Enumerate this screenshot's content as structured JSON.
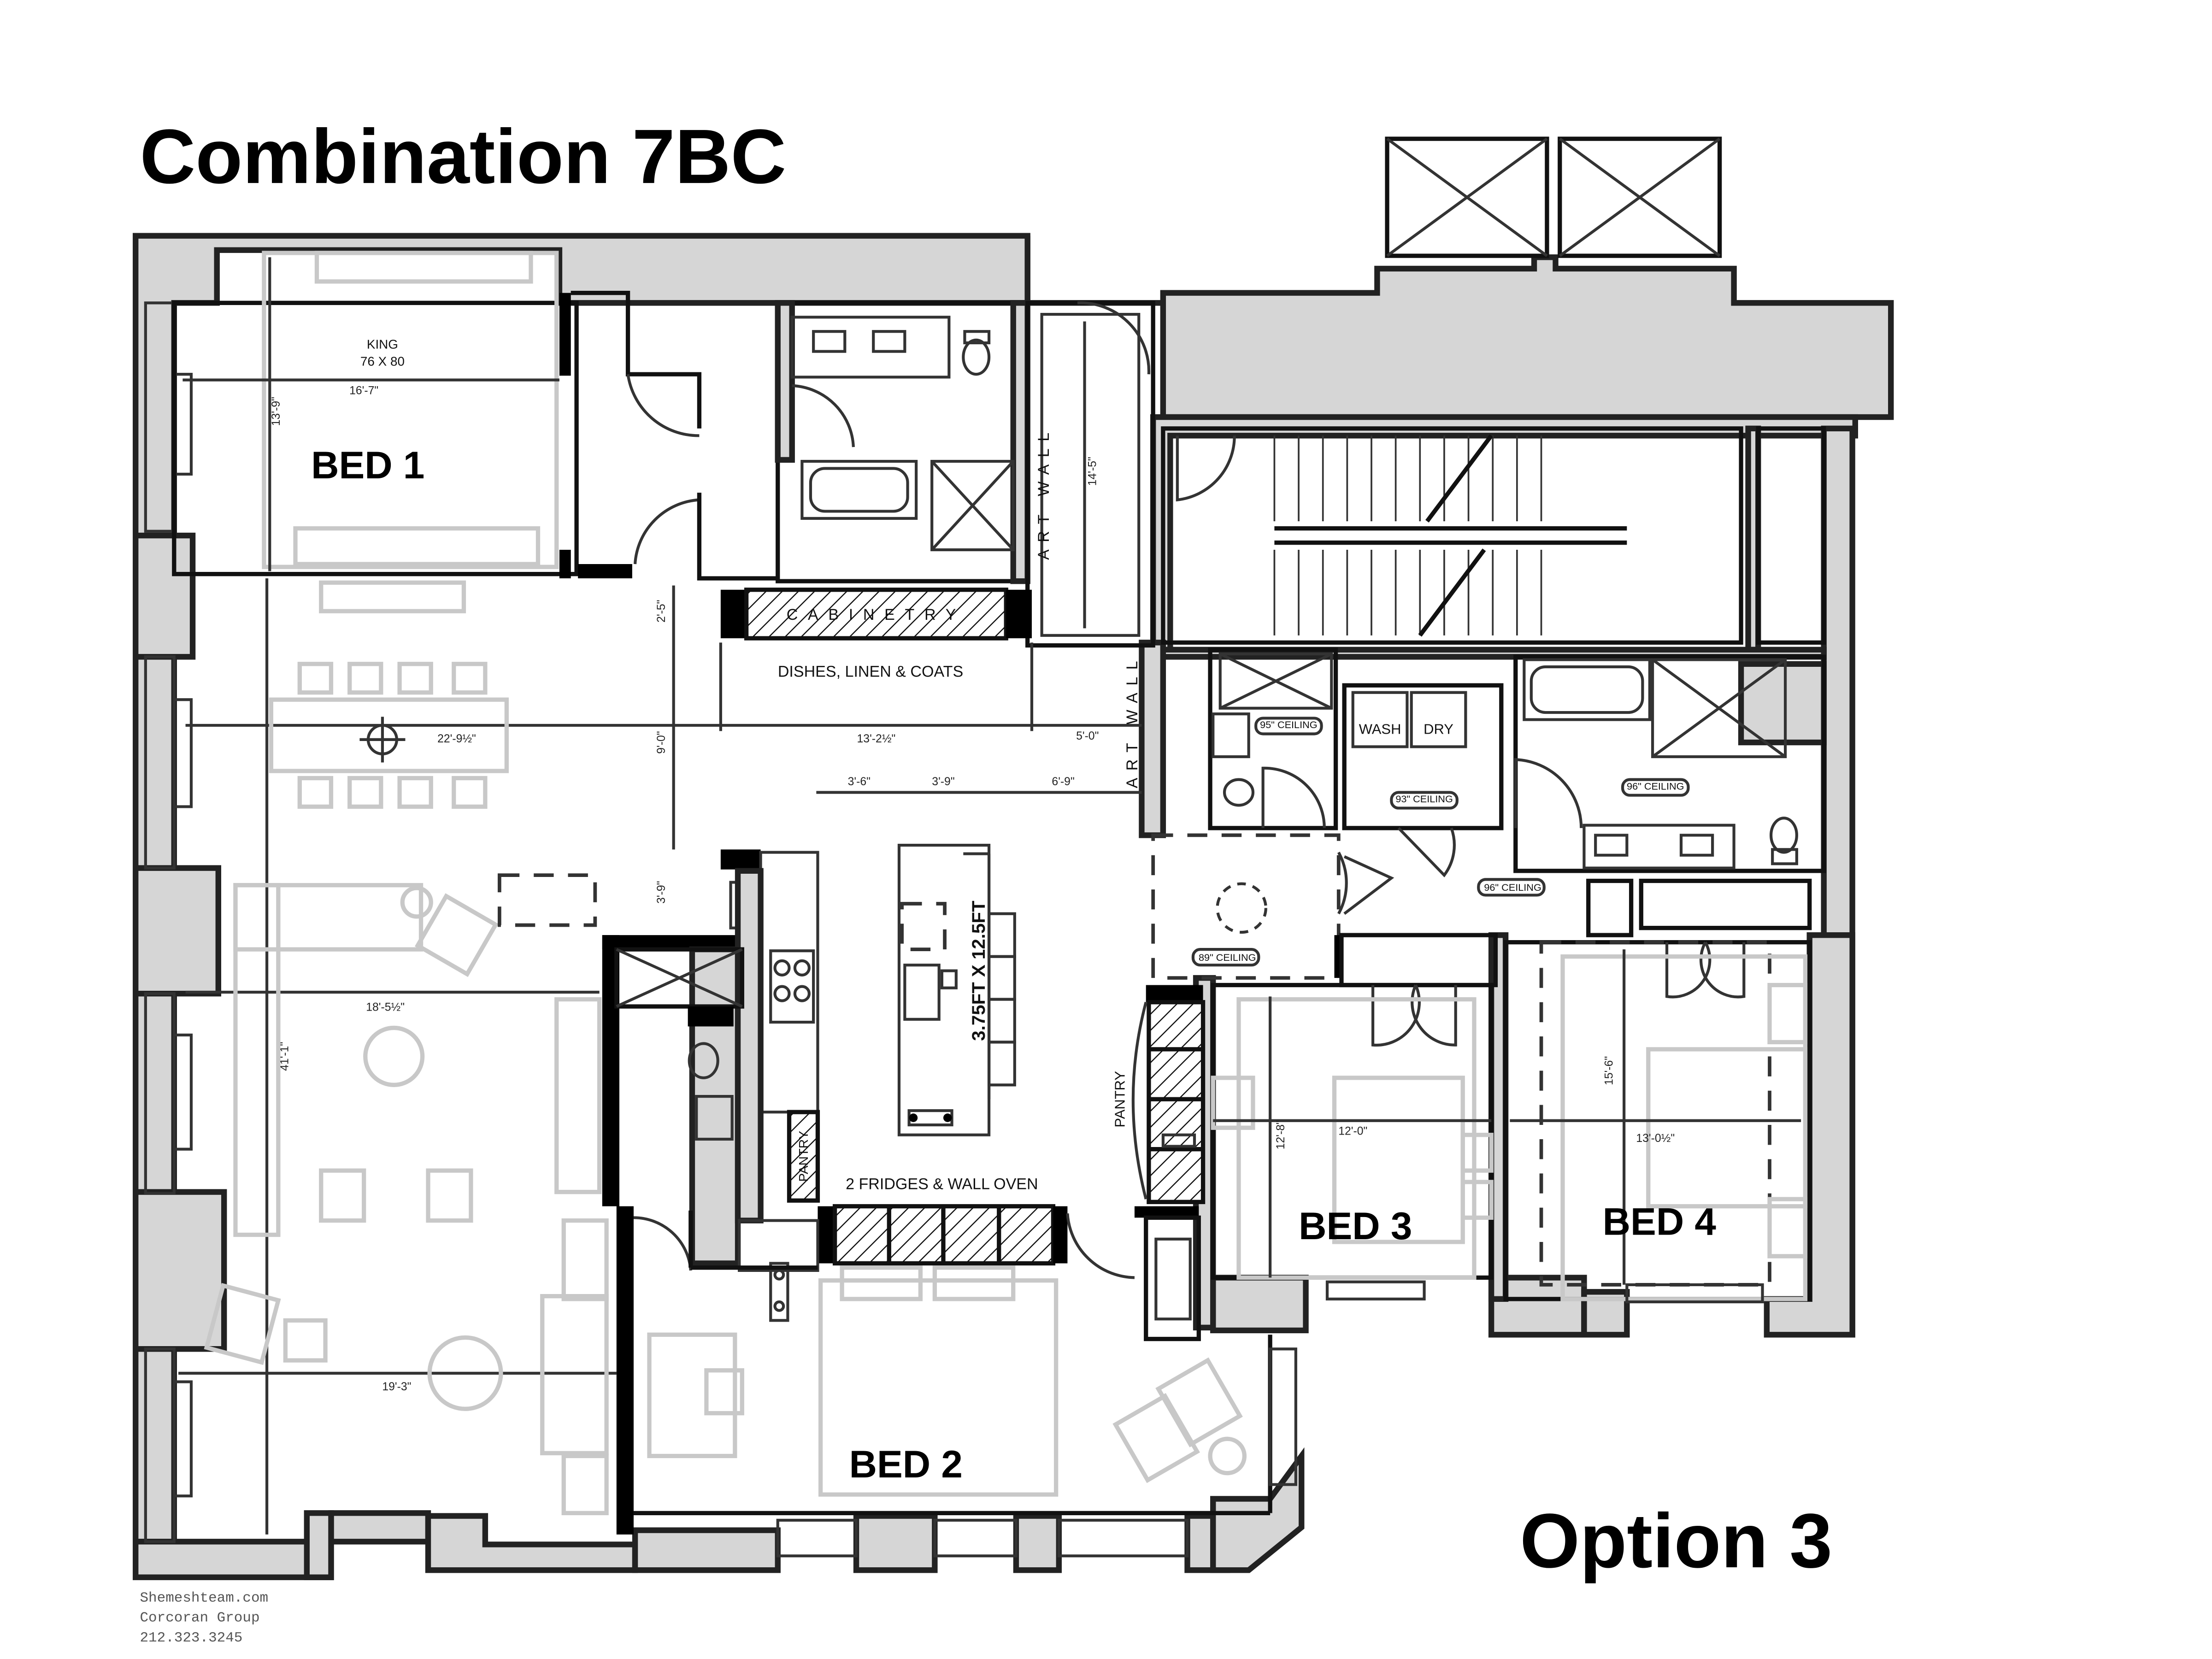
{
  "title": "Combination 7BC",
  "option": "Option 3",
  "credit": {
    "line1": "Shemeshteam.com",
    "line2": "Corcoran Group",
    "line3": "212.323.3245"
  },
  "rooms": {
    "bed1": "BED 1",
    "bed2": "BED 2",
    "bed3": "BED 3",
    "bed4": "BED 4"
  },
  "labels": {
    "king": "KING",
    "king_size": "76 X 80",
    "cabinetry": "CABINETRY",
    "dishes": "DISHES, LINEN & COATS",
    "art_wall": "ART WALL",
    "island": "3.75FT X 12.5FT",
    "fridges": "2 FRIDGES & WALL OVEN",
    "pantry": "PANTRY",
    "wash": "WASH",
    "dry": "DRY"
  },
  "ceilings": {
    "c95": "95\" CEILING",
    "c93": "93\" CEILING",
    "c96a": "96\" CEILING",
    "c96b": "96\" CEILING",
    "c89": "89\" CEILING"
  },
  "dimensions": {
    "bed1_width": "16'-7\"",
    "bed1_depth": "13'-9\"",
    "hall_depth": "2'-5\"",
    "art_wall_len": "14'-5\"",
    "dining_width": "22'-9½\"",
    "kitchen_width": "13'-2½\"",
    "side_width": "5'-0\"",
    "kitchen_depth": "9'-0\"",
    "island_a": "3'-6\"",
    "island_b": "3'-9\"",
    "island_c": "6'-9\"",
    "island_gap": "3'-9\"",
    "living_width": "18'-5½\"",
    "living_depth": "41'-1\"",
    "bed2_width": "19'-3\"",
    "bed3_width": "12'-0\"",
    "bed3_depth": "12'-8\"",
    "bed4_width": "13'-0½\"",
    "bed4_depth": "15'-6\""
  }
}
